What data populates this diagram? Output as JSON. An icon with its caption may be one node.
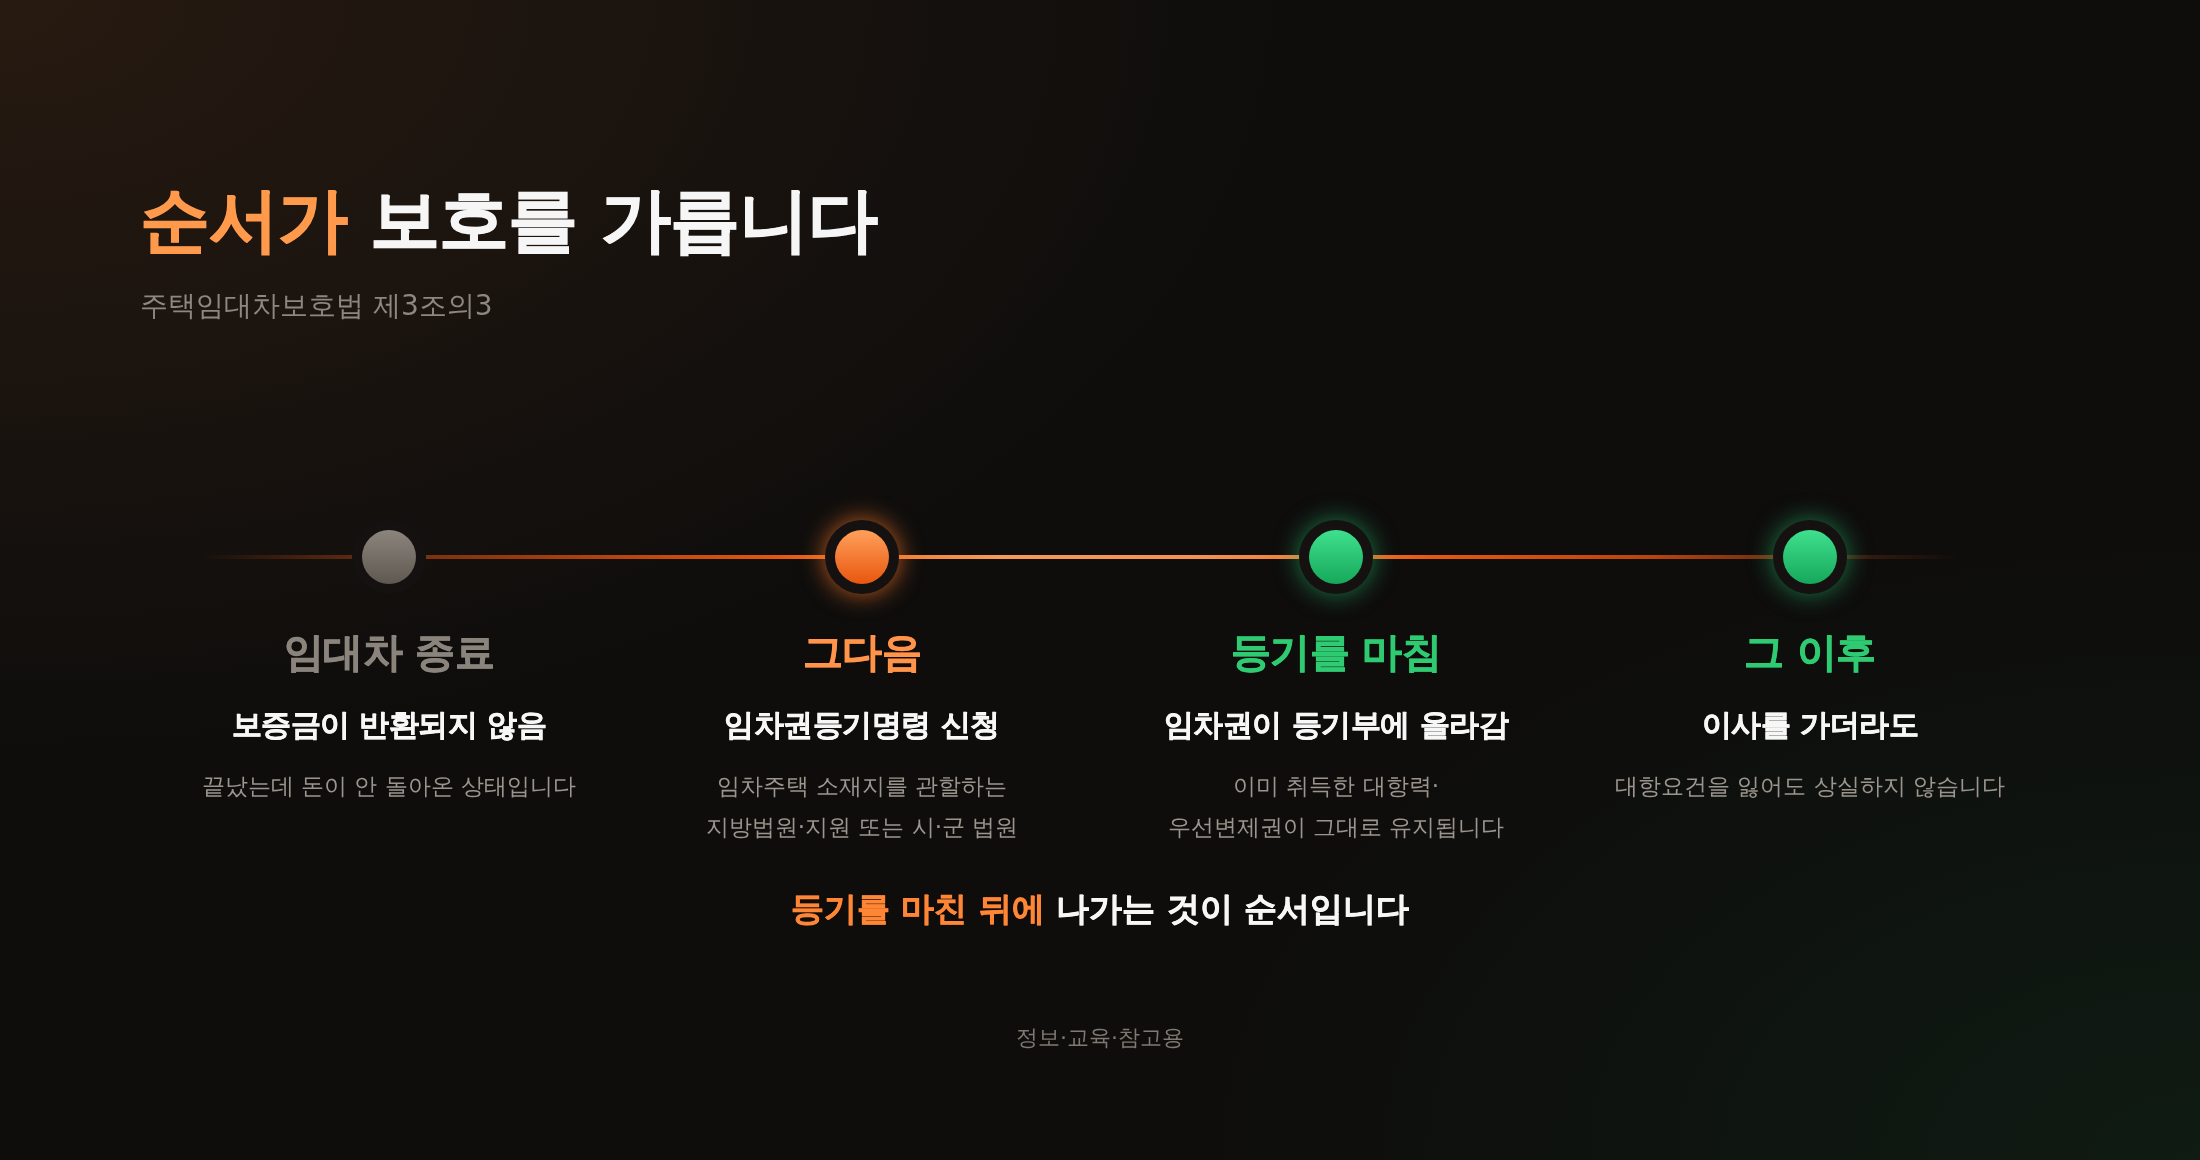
{
  "diagram": {
    "title": "**순서가** 보호를 가릅니다",
    "nodes": [
      {
        "text": [
          "임대차 종료",
          "보증금이 반환되지 않음",
          "끝났는데 돈이 안 돌아온 상태입니다"
        ]
      },
      {
        "text": [
          "그다음",
          "임차권등기명령 신청",
          "임차주택 소재지를 관할하는 지방법원·지원 또는 시·군 법원"
        ]
      },
      {
        "text": [
          "등기를 마침",
          "임차권이 등기부에 올라감",
          "이미 취득한 대항력· 우선변제권이 그대로 유지됩니다"
        ]
      },
      {
        "text": [
          "그 이후",
          "이사를 가더라도",
          "대항요건을 잃어도 상실하지 않습니다"
        ]
      }
    ],
    "edges": [
      {
        "from": 0,
        "to": 1,
        "arrow": "none"
      },
      {
        "from": 1,
        "to": 2,
        "arrow": "none"
      },
      {
        "from": 2,
        "to": 3,
        "arrow": "none"
      }
    ],
    "labels": [
      "주택임대차보호법 제3조의3",
      "**등기를 마친 뒤에** 나가는 것이 순서입니다",
      "정보·교육·참고용"
    ]
  }
}
